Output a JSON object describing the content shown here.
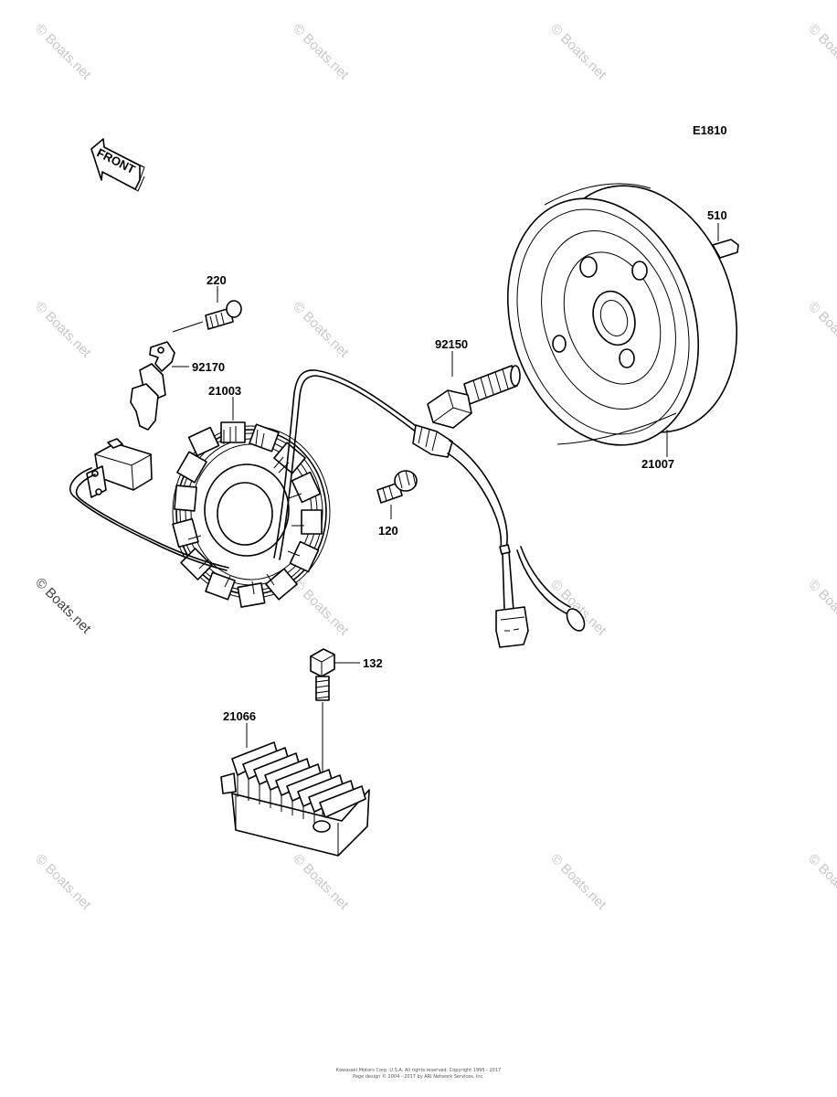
{
  "diagram": {
    "code": "E1810",
    "front_label": "FRONT",
    "parts": {
      "p220": "220",
      "p92170": "92170",
      "p21003": "21003",
      "p92150": "92150",
      "p120": "120",
      "p510": "510",
      "p21007": "21007",
      "p132": "132",
      "p21066": "21066"
    }
  },
  "watermark": {
    "text": "© Boats.net"
  },
  "footer": {
    "line1": "Kawasaki Motors Corp. U.S.A. All rights reserved. Copyright 1995 - 2017",
    "line2": "Page design © 2004 - 2017 by ARI Network Services, Inc."
  }
}
